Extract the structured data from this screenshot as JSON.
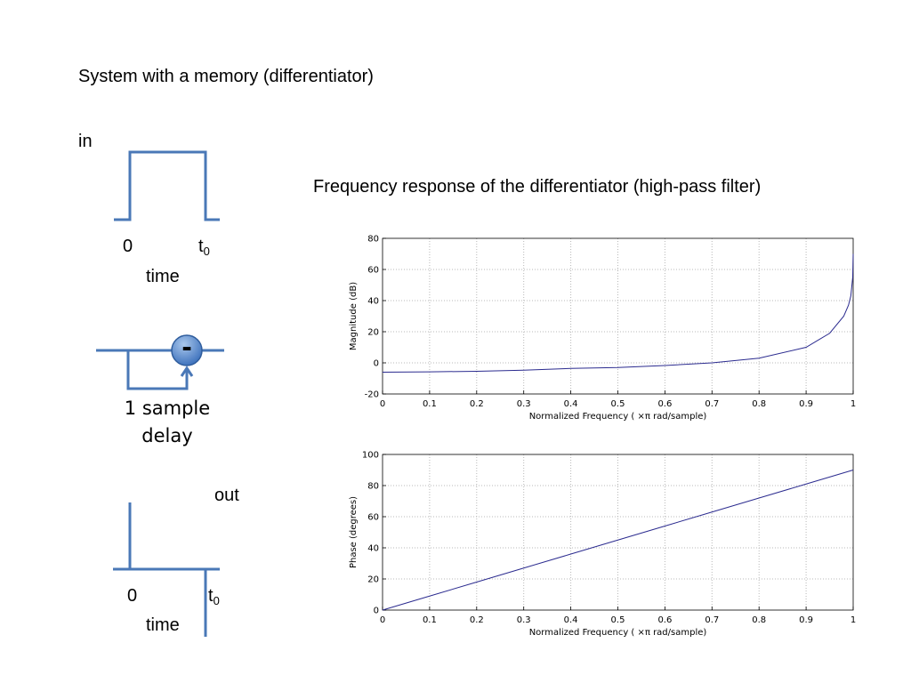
{
  "slide": {
    "title": "System with a memory (differentiator)",
    "in_label": "in",
    "out_label": "out",
    "freq_heading": "Frequency response  of the differentiator (high-pass filter)",
    "input_signal": {
      "zero": "0",
      "t_main": "t",
      "t_sub": "0",
      "time": "time"
    },
    "output_signal": {
      "zero": "0",
      "t_main": "t",
      "t_sub": "0",
      "time": "time"
    },
    "block": {
      "operator": "-",
      "delay_line1": "1 sample",
      "delay_line2": "delay"
    },
    "colors": {
      "signal": "#4a78b7",
      "plot_line": "#2b2b8f",
      "grid": "#b8b8b8"
    }
  },
  "chart_data": [
    {
      "type": "line",
      "title": "",
      "xlabel": "Normalized Frequency  ( ×π rad/sample)",
      "ylabel": "Magnitude (dB)",
      "xlim": [
        0,
        1
      ],
      "ylim": [
        -20,
        80
      ],
      "xticks": [
        "0",
        "0.1",
        "0.2",
        "0.3",
        "0.4",
        "0.5",
        "0.6",
        "0.7",
        "0.8",
        "0.9",
        "1"
      ],
      "yticks": [
        "-20",
        "0",
        "20",
        "40",
        "60",
        "80"
      ],
      "grid": true,
      "x": [
        0,
        0.1,
        0.2,
        0.3,
        0.4,
        0.5,
        0.6,
        0.7,
        0.8,
        0.9,
        0.95,
        0.98,
        0.99,
        0.995,
        0.999,
        1.0
      ],
      "y": [
        -6.0,
        -5.8,
        -5.4,
        -4.7,
        -3.6,
        -3.0,
        -1.7,
        0.0,
        3.0,
        10.0,
        19.0,
        30.0,
        37.0,
        43.0,
        55.0,
        70.0
      ]
    },
    {
      "type": "line",
      "title": "",
      "xlabel": "Normalized Frequency  ( ×π rad/sample)",
      "ylabel": "Phase (degrees)",
      "xlim": [
        0,
        1
      ],
      "ylim": [
        0,
        100
      ],
      "xticks": [
        "0",
        "0.1",
        "0.2",
        "0.3",
        "0.4",
        "0.5",
        "0.6",
        "0.7",
        "0.8",
        "0.9",
        "1"
      ],
      "yticks": [
        "0",
        "20",
        "40",
        "60",
        "80",
        "100"
      ],
      "grid": true,
      "x": [
        0,
        0.1,
        0.2,
        0.3,
        0.4,
        0.5,
        0.6,
        0.7,
        0.8,
        0.9,
        1.0
      ],
      "y": [
        0,
        9,
        18,
        27,
        36,
        45,
        54,
        63,
        72,
        81,
        90
      ]
    }
  ]
}
